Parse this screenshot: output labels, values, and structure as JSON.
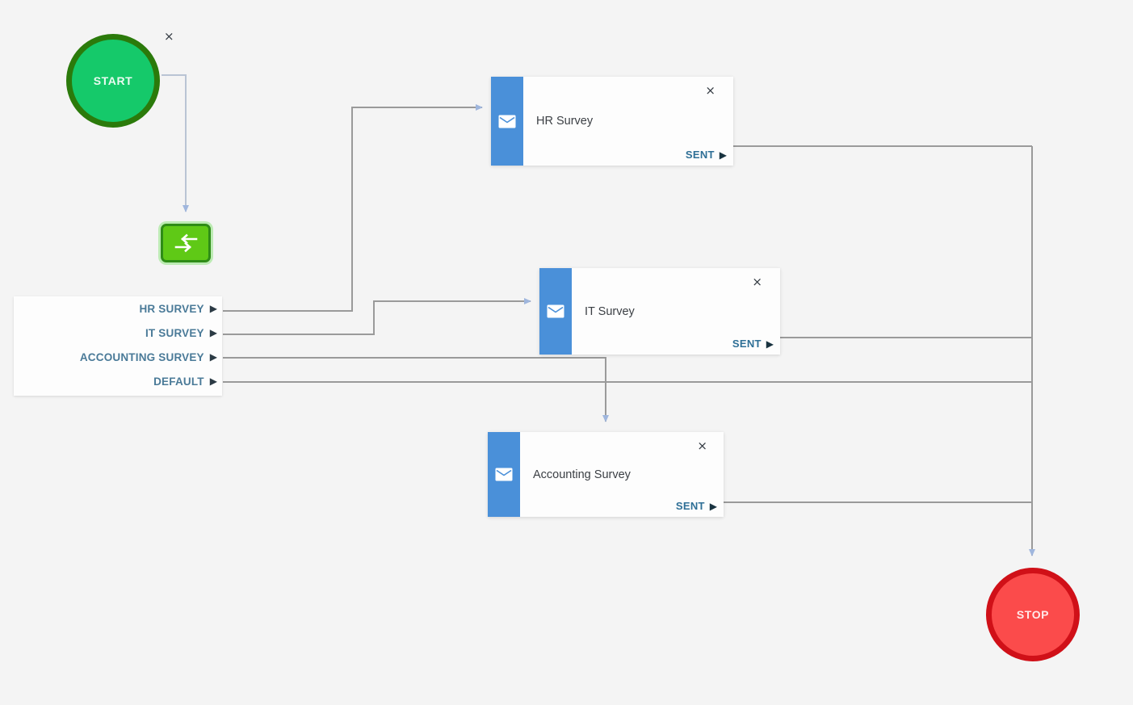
{
  "canvas": {
    "background": "#f4f4f4",
    "edge_color": "#9a9a9a",
    "arrow_color": "#9fb6dd"
  },
  "terminals": {
    "start": {
      "label": "START",
      "fill": "#15c96a",
      "border": "#2b7a0b",
      "close_icon": "×"
    },
    "stop": {
      "label": "STOP",
      "fill": "#fb4b4b",
      "border": "#d01018"
    }
  },
  "switch_node": {
    "icon": "switch-arrows-icon",
    "fill": "#5fc916",
    "border": "#2f8c17"
  },
  "branch_node": {
    "name": "condition-branch",
    "ports": [
      {
        "label": "HR SURVEY",
        "arrow": "▶"
      },
      {
        "label": "IT SURVEY",
        "arrow": "▶"
      },
      {
        "label": "ACCOUNTING SURVEY",
        "arrow": "▶"
      },
      {
        "label": "DEFAULT",
        "arrow": "▶"
      }
    ]
  },
  "cards": [
    {
      "id": "hr",
      "title": "HR Survey",
      "icon": "envelope-icon",
      "strip_color": "#4a90d9",
      "close_icon": "×",
      "output": {
        "label": "SENT",
        "arrow": "▶"
      }
    },
    {
      "id": "it",
      "title": "IT Survey",
      "icon": "envelope-icon",
      "strip_color": "#4a90d9",
      "close_icon": "×",
      "output": {
        "label": "SENT",
        "arrow": "▶"
      }
    },
    {
      "id": "acc",
      "title": "Accounting Survey",
      "icon": "envelope-icon",
      "strip_color": "#4a90d9",
      "close_icon": "×",
      "output": {
        "label": "SENT",
        "arrow": "▶"
      }
    }
  ]
}
